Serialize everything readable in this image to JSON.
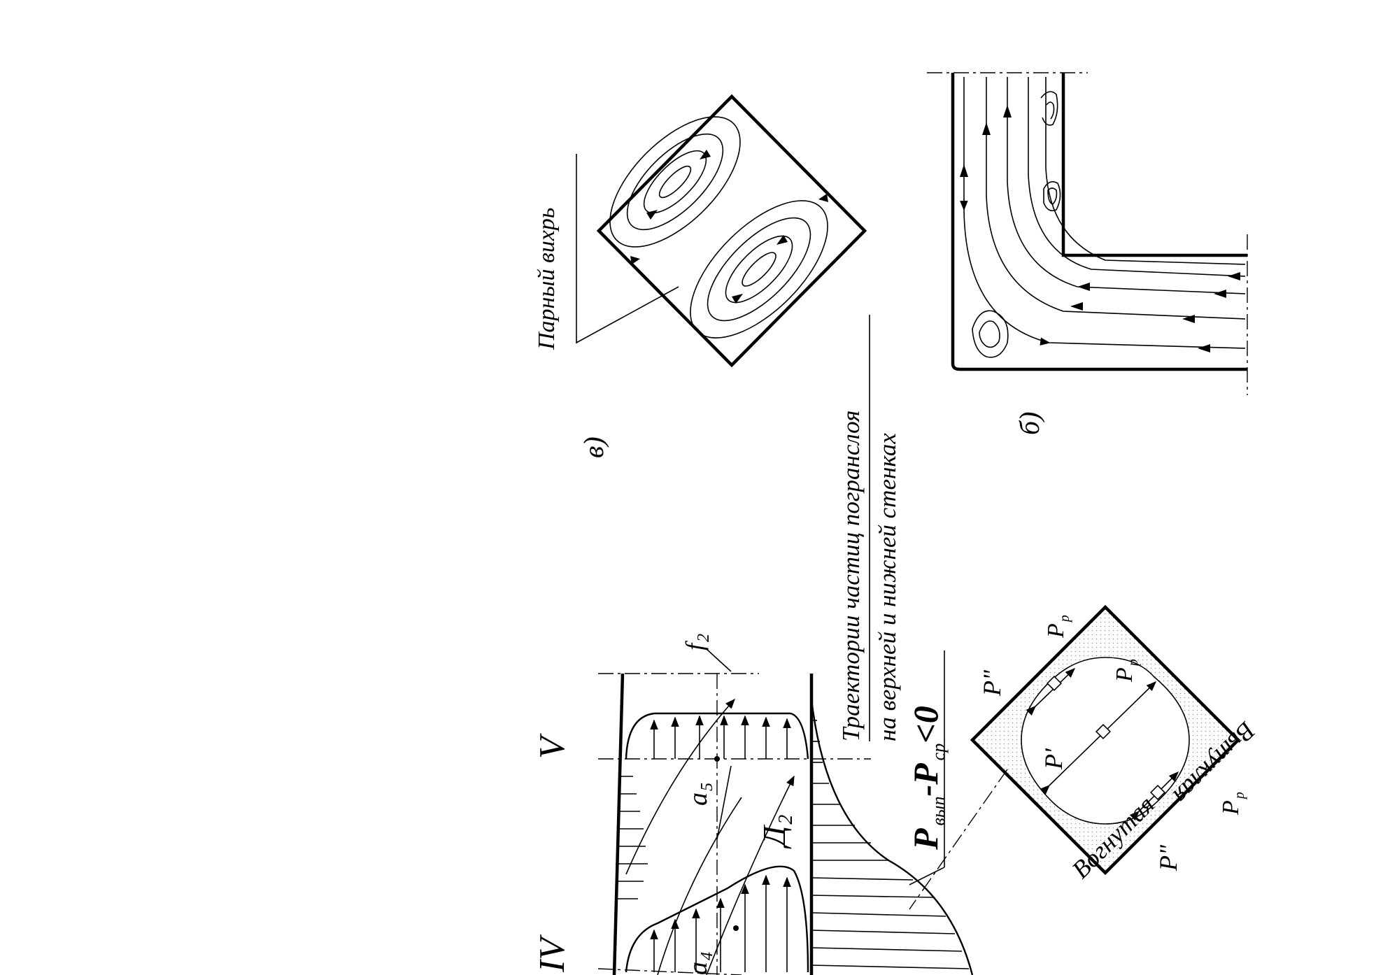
{
  "labels": {
    "fig_v": "в)",
    "fig_b": "б)",
    "paired_vortex": "Парный вихрь",
    "trajectory_line1": "Траектории частиц погранслоя",
    "trajectory_line2": "на верхней и нижней стенках",
    "section_IV": "IV",
    "section_V": "V",
    "f2": "f",
    "f2_sub": "2",
    "a5": "a",
    "a5_sub": "5",
    "a4": "a",
    "a4_sub": "4",
    "D2": "Д",
    "D2_sub": "2",
    "pressure_main": "P",
    "pressure_sub1": "вып",
    "pressure_mid": "-P",
    "pressure_sub2": "ср",
    "pressure_end": "<0",
    "concave": "Вогнутая",
    "convex": "Выпуклая",
    "p_double_1": "P\"",
    "p_double_2": "P\"",
    "p_single": "P'",
    "p_r_center": "P",
    "p_r_center_sub": "р",
    "p_r_top": "P",
    "p_r_top_sub": "р",
    "p_r_bottom": "P",
    "p_r_bottom_sub": "р"
  },
  "colors": {
    "ink": "#000000",
    "background": "#ffffff",
    "stipple": "#d9d9d9"
  }
}
